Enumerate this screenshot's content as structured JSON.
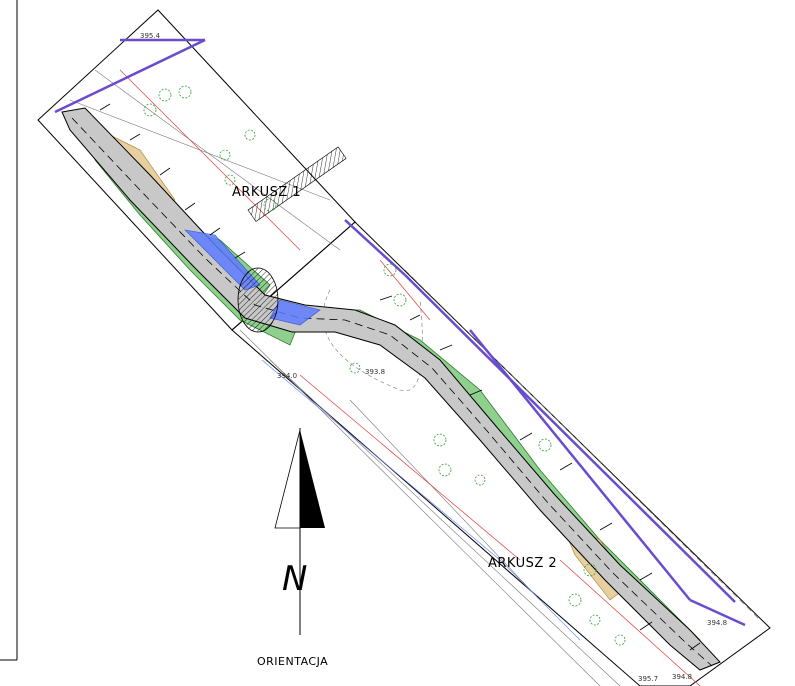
{
  "sheets": [
    {
      "label": "ARKUSZ 1"
    },
    {
      "label": "ARKUSZ 2"
    }
  ],
  "north_arrow": {
    "letter": "N",
    "caption": "ORIENTACJA"
  },
  "elevations": [
    "395.4",
    "393.8",
    "394.0",
    "394.8",
    "395.7",
    "394.8"
  ],
  "colors": {
    "road": "#c8c8c8",
    "green_belt": "#8fd08f",
    "boundary": "#6a4ccf",
    "water": "#5f7cff",
    "tan_fill": "#e7cfa0",
    "red_line": "#e04040",
    "linework": "#000000"
  }
}
